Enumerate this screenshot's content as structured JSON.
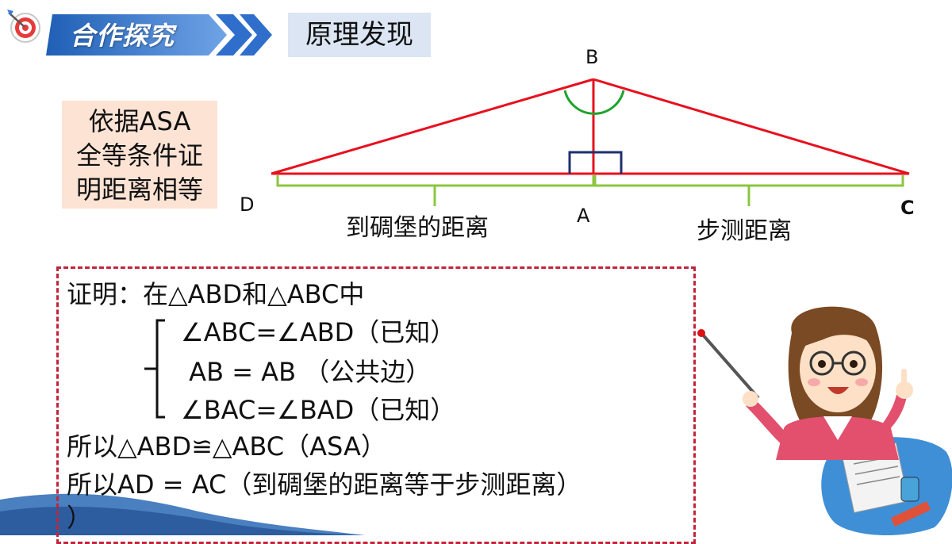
{
  "header": {
    "title": "合作探究",
    "section": "原理发现"
  },
  "basis_note": [
    "依据ASA",
    "全等条件证",
    "明距离相等"
  ],
  "diagram": {
    "points": {
      "B": "B",
      "D": "D",
      "A": "A",
      "C": "C"
    },
    "segment_labels": {
      "left": "到碉堡的距离",
      "right": "步测距离"
    },
    "colors": {
      "triangle": "#e8101e",
      "angle_arc": "#1fa32b",
      "right_angle": "#1f2f6e",
      "bracket": "#8cc63f"
    }
  },
  "proof": {
    "intro": "证明：在△ABD和△ABC中",
    "conditions": [
      "∠ABC=∠ABD（已知）",
      " AB = AB （公共边）",
      "∠BAC=∠BAD（已知）"
    ],
    "conclusion1": "所以△ABD≌△ABC（ASA）",
    "conclusion2": "所以AD = AC（到碉堡的距离等于步测距离）",
    "conclusion2_tail": "）"
  },
  "icons": {
    "logo": "dart-target-icon",
    "teacher": "teacher-with-pointer-icon",
    "decor": "math-stationery-icon"
  }
}
